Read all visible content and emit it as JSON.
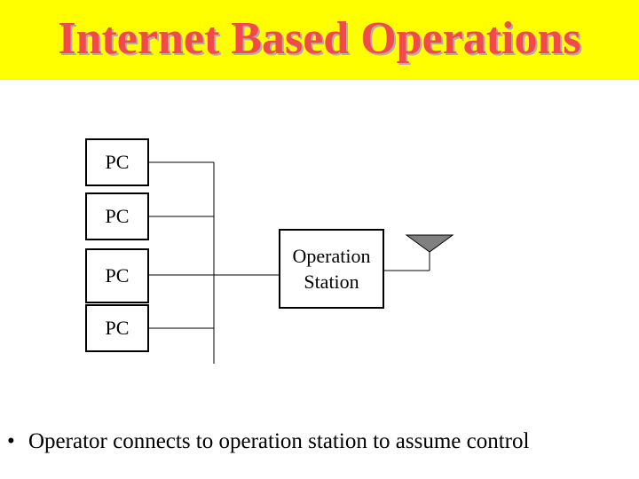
{
  "slide": {
    "title": "Internet Based Operations",
    "bullet_symbol": "•",
    "bullet_text": "Operator connects to operation station to assume control"
  },
  "diagram": {
    "pcs": [
      {
        "label": "PC"
      },
      {
        "label": "PC"
      },
      {
        "label": "PC"
      },
      {
        "label": "PC"
      }
    ],
    "station": {
      "line1": "Operation",
      "line2": "Station"
    },
    "antenna_icon": "antenna-icon"
  },
  "colors": {
    "title_background": "#ffff00",
    "title_text": "#f04a4a",
    "title_shadow": "#b7a9a9",
    "antenna_fill": "#808080"
  }
}
